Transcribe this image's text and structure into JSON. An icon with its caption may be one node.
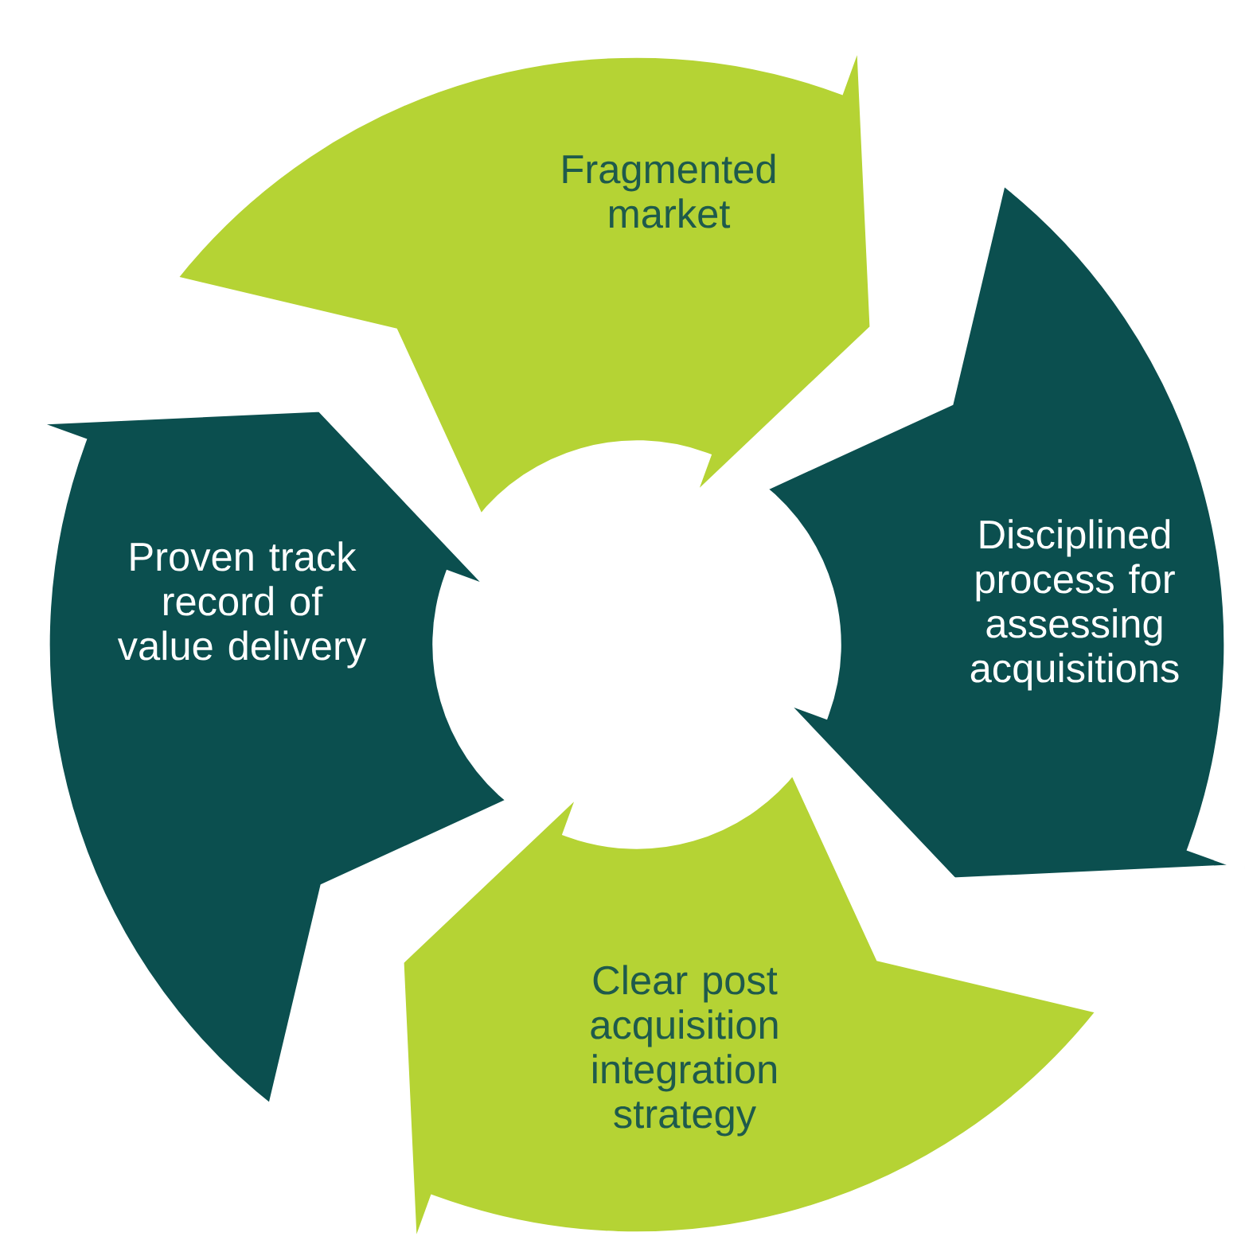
{
  "diagram": {
    "nodes": [
      {
        "text": [
          "Fragmented market"
        ]
      },
      {
        "text": [
          "Disciplined process for assessing acquisitions"
        ]
      },
      {
        "text": [
          "Clear post acquisition integration strategy"
        ]
      },
      {
        "text": [
          "Proven track record of value delivery"
        ]
      }
    ]
  }
}
